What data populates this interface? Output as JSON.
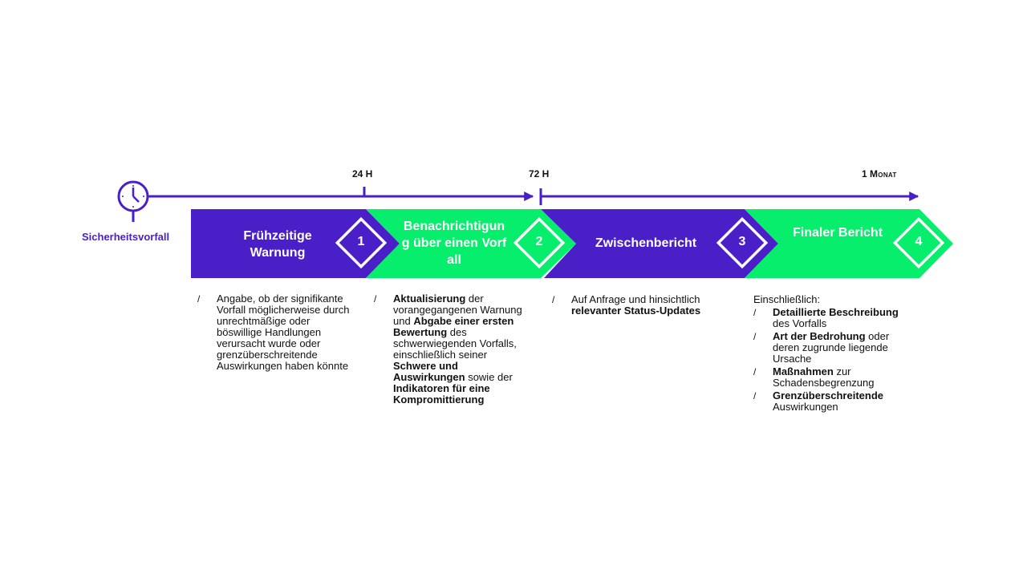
{
  "colors": {
    "purple": "#4a1fc7",
    "green": "#06ee6b",
    "white": "#ffffff",
    "text": "#111111"
  },
  "timeline": {
    "start_label": "Sicherheitsvorfall",
    "start_icon": "clock-icon",
    "ticks": [
      {
        "main": "24 H"
      },
      {
        "main": "72 H"
      },
      {
        "main": "1 ",
        "smallcaps": "Monat"
      }
    ]
  },
  "stages": [
    {
      "number": "1",
      "title": "Frühzeitige Warnung",
      "color": "purple"
    },
    {
      "number": "2",
      "title": "Benachrichtigung über einen Vorfall",
      "color": "green"
    },
    {
      "number": "3",
      "title": "Zwischenbericht",
      "color": "purple"
    },
    {
      "number": "4",
      "title": "Finaler Bericht",
      "color": "green"
    }
  ],
  "details": {
    "col1": {
      "bullet": "/",
      "text": "Angabe, ob der signifikante Vorfall möglicherweise durch unrechtmäßige oder böswillige Handlungen verursacht wurde oder grenzüberschreitende Auswirkungen haben könnte"
    },
    "col2": {
      "bullet": "/",
      "b1": "Aktualisierung",
      "t1": " der vorangegangenen Warnung und ",
      "b2": "Abgabe einer ersten Bewertung",
      "t2": " des schwerwiegenden Vorfalls, einschließlich seiner ",
      "b3": "Schwere und Auswirkungen",
      "t3": " sowie der ",
      "b4": "Indikatoren für eine Kompromittierung"
    },
    "col3": {
      "bullet": "/",
      "t1": "Auf Anfrage und hinsichtlich ",
      "b1": "relevanter Status-Updates"
    },
    "col4": {
      "intro": "Einschließlich:",
      "items": [
        {
          "bullet": "/",
          "bold": "Detaillierte Beschreibung",
          "rest": " des Vorfalls"
        },
        {
          "bullet": "/",
          "bold": "Art der Bedrohung",
          "rest": " oder deren zugrunde liegende Ursache"
        },
        {
          "bullet": "/",
          "bold": "Maßnahmen",
          "rest": " zur Schadensbegrenzung"
        },
        {
          "bullet": "/",
          "bold": "Grenzüberschreitende",
          "rest": " Auswirkungen"
        }
      ]
    }
  }
}
